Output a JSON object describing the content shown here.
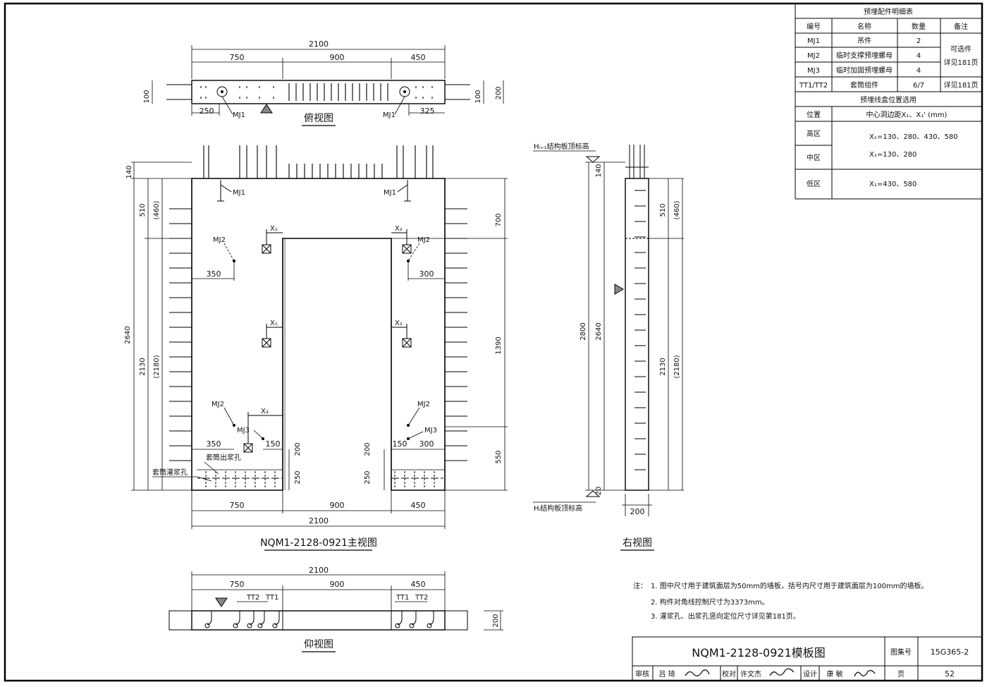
{
  "parts_table": {
    "title": "预埋配件明细表",
    "headers": [
      "编号",
      "名称",
      "数量",
      "备注"
    ],
    "rows": [
      {
        "code": "MJ1",
        "name": "吊件",
        "qty": "2"
      },
      {
        "code": "MJ2",
        "name": "临时支撑预埋螺母",
        "qty": "4"
      },
      {
        "code": "MJ3",
        "name": "临时加固预埋螺母",
        "qty": "4"
      },
      {
        "code": "TT1/TT2",
        "name": "套筒组件",
        "qty": "6/7"
      }
    ],
    "note_a": "可选件",
    "note_b": "详见181页",
    "note_c": "详见181页"
  },
  "box_table": {
    "title": "预埋线盒位置选用",
    "col1": "位置",
    "col2": "中心洞边距X₁、X₁' (mm)",
    "rows": [
      {
        "zone": "高区",
        "value": "X₁=130、280、430、580"
      },
      {
        "zone": "中区",
        "value": "X₁=130、280"
      },
      {
        "zone": "低区",
        "value": "X₁=430、580"
      }
    ]
  },
  "views": {
    "top": "俯视图",
    "front": "NQM1-2128-0921主视图",
    "right": "右视图",
    "bottom": "仰视图"
  },
  "dims": {
    "total": "2100",
    "a": "750",
    "b": "900",
    "c": "450",
    "t100": "100",
    "t200": "200",
    "d250": "250",
    "d325": "325",
    "h140": "140",
    "h510": "510",
    "h460": "(460)",
    "h2640": "2640",
    "h2130": "2130",
    "h2180": "(2180)",
    "h700": "700",
    "h1390": "1390",
    "h550": "550",
    "d350": "350",
    "d300": "300",
    "d150": "150",
    "d200": "200",
    "d20": "20",
    "h2800": "2800"
  },
  "labels": {
    "mj1": "MJ1",
    "mj2": "MJ2",
    "mj3": "MJ3",
    "tt1": "TT1",
    "tt2": "TT2",
    "x1": "X₁",
    "x2": "X₂",
    "x3": "X₃",
    "grout_in": "套筒灌浆孔",
    "grout_out": "套筒出浆孔",
    "top_level": "Hᵢ₊₁结构板顶标高",
    "bottom_level": "Hᵢ结构板顶标高"
  },
  "notes": {
    "prefix": "注：",
    "n1": "1. 图中尺寸用于建筑面层为50mm的墙板，括号内尺寸用于建筑面层为100mm的墙板。",
    "n2": "2. 构件对角线控制尺寸为3373mm。",
    "n3": "3. 灌浆孔、出浆孔竖向定位尺寸详见第181页。"
  },
  "title_block": {
    "title": "NQM1-2128-0921模板图",
    "atlas_label": "图集号",
    "atlas_no": "15G365-2",
    "review": "审核",
    "reviewer": "吕 琦",
    "check": "校对",
    "checker": "许文杰",
    "design": "设计",
    "designer": "康 敏",
    "page_label": "页",
    "page_no": "52"
  }
}
